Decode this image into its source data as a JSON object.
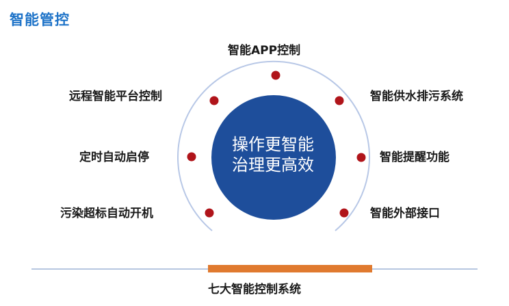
{
  "title": "智能管控",
  "center": {
    "line1": "操作更智能",
    "line2": "治理更高效"
  },
  "features": [
    {
      "key": "app",
      "label": "智能APP控制"
    },
    {
      "key": "remote",
      "label": "远程智能平台控制"
    },
    {
      "key": "water",
      "label": "智能供水排污系统"
    },
    {
      "key": "timer",
      "label": "定时自动启停"
    },
    {
      "key": "reminder",
      "label": "智能提醒功能"
    },
    {
      "key": "pollution",
      "label": "污染超标自动开机"
    },
    {
      "key": "interface",
      "label": "智能外部接口"
    }
  ],
  "footer": {
    "label": "七大智能控制系统"
  },
  "colors": {
    "title": "#1E73C8",
    "center_circle": "#1E4E9B",
    "dot": "#B0141A",
    "ring": "#B7C7E6",
    "bar": "#E07A2F",
    "line": "#9DB3D6"
  }
}
